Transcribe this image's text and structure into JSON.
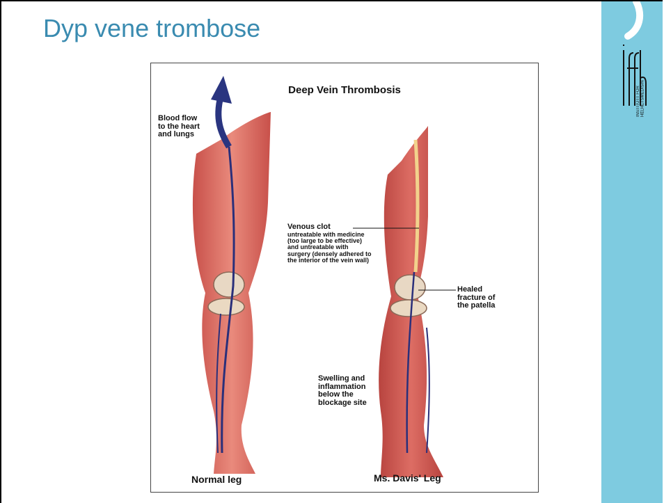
{
  "slide": {
    "title": "Dyp vene trombose"
  },
  "logo": {
    "mark": "iffh",
    "subtitle": "INSTITUTT FOR HELHETSMEDISIN"
  },
  "figure": {
    "title": "Deep Vein Thrombosis",
    "blood_flow": [
      "Blood flow",
      "to the heart",
      "and lungs"
    ],
    "venous_clot_heading": "Venous clot",
    "venous_clot_detail": [
      "untreatable with medicine",
      "(too large to be effective)",
      "and untreatable with",
      "surgery (densely adhered to",
      "the interior of the vein wall)"
    ],
    "healed_fracture": [
      "Healed",
      "fracture of",
      "the patella"
    ],
    "swelling": [
      "Swelling and",
      "inflammation",
      "below the",
      "blockage site"
    ],
    "normal_leg_caption": "Normal leg",
    "davis_leg_caption": "Ms. Davis' Leg"
  },
  "colors": {
    "title": "#3a8bb0",
    "sidebar": "#7ecbe0",
    "skin": "#d9655a",
    "vein": "#2a2f7a",
    "arrow": "#2a3580"
  }
}
